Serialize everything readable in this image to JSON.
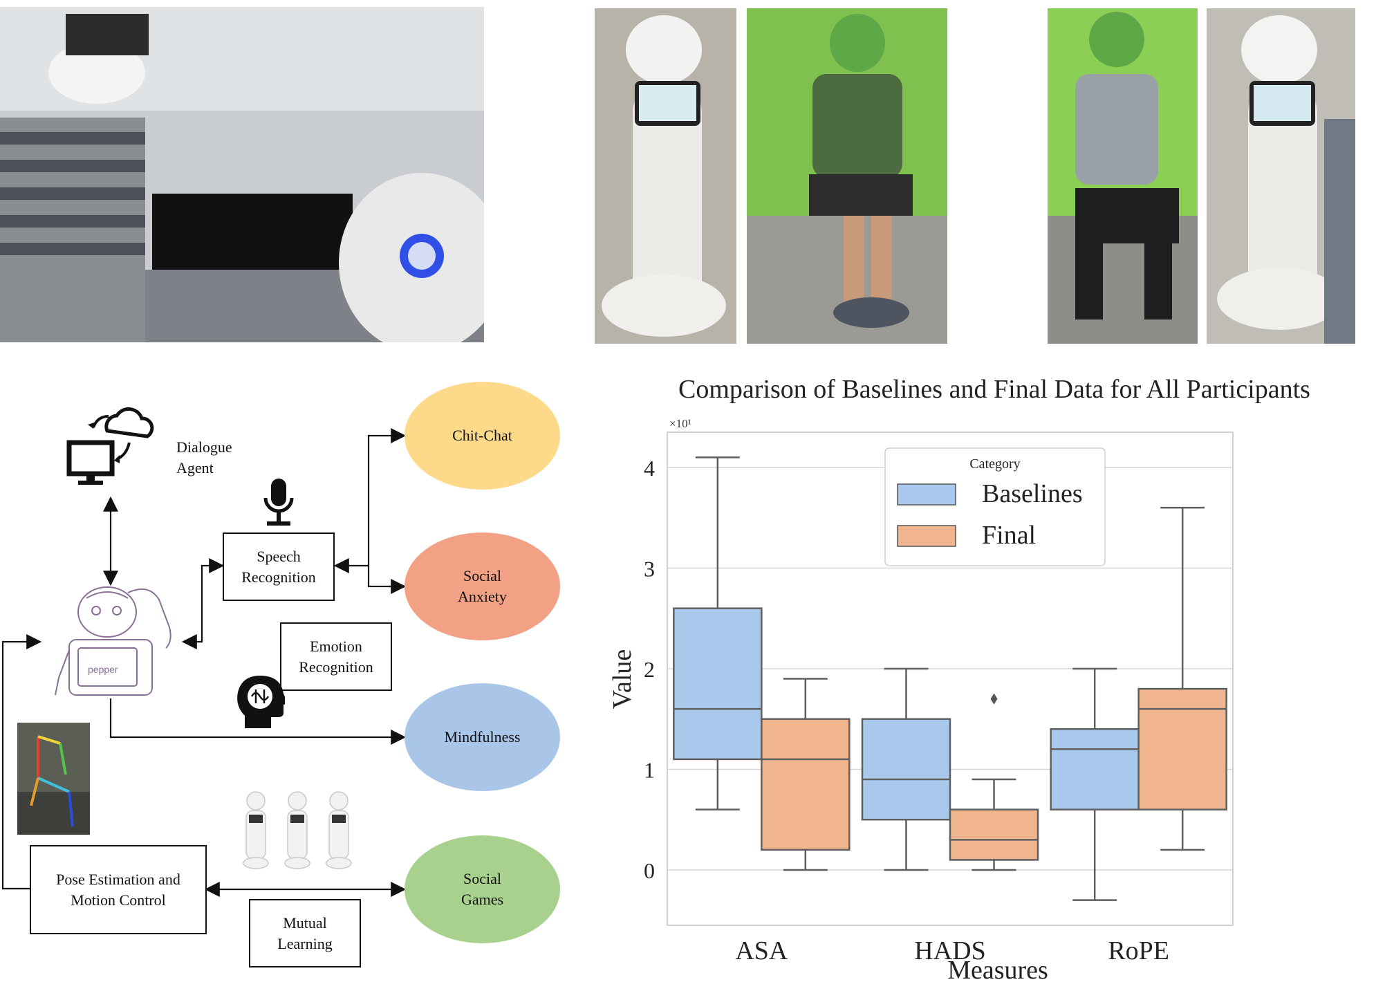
{
  "diagram": {
    "dialogue_agent": {
      "line1": "Dialogue",
      "line2": "Agent"
    },
    "speech_recognition": {
      "line1": "Speech",
      "line2": "Recognition"
    },
    "emotion_recognition": {
      "line1": "Emotion",
      "line2": "Recognition"
    },
    "pose_estimation": {
      "line1": "Pose Estimation and",
      "line2": "Motion Control"
    },
    "mutual_learning": {
      "line1": "Mutual",
      "line2": "Learning"
    },
    "chit_chat": {
      "line1": "Chit-Chat",
      "color": "#fdd98a"
    },
    "social_anxiety": {
      "line1": "Social",
      "line2": "Anxiety",
      "color": "#f3a184"
    },
    "mindfulness": {
      "line1": "Mindfulness",
      "color": "#a9c6e8"
    },
    "social_games": {
      "line1": "Social",
      "line2": "Games",
      "color": "#a8d18e"
    },
    "robot_screen_text": "pepper"
  },
  "chart_data": {
    "type": "box",
    "title": "Comparison of Baselines and Final Data for All Participants",
    "xlabel": "Measures",
    "ylabel": "Value",
    "y_multiplier": "×10¹",
    "y_ticks": [
      "0",
      "1",
      "2",
      "3",
      "4"
    ],
    "ylim": [
      -0.55,
      4.35
    ],
    "categories": [
      "ASA",
      "HADS",
      "RoPE"
    ],
    "legend": {
      "title": "Category",
      "placement": "upper-center"
    },
    "grid": true,
    "series": [
      {
        "name": "Baselines",
        "color": "#a8c9ec",
        "boxes": [
          {
            "min": 0.6,
            "q1": 1.1,
            "median": 1.6,
            "q3": 2.6,
            "max": 4.1,
            "outliers": []
          },
          {
            "min": 0.0,
            "q1": 0.5,
            "median": 0.9,
            "q3": 1.5,
            "max": 2.0,
            "outliers": []
          },
          {
            "min": -0.3,
            "q1": 0.6,
            "median": 1.2,
            "q3": 1.4,
            "max": 2.0,
            "outliers": []
          }
        ]
      },
      {
        "name": "Final",
        "color": "#f0b48e",
        "boxes": [
          {
            "min": 0.0,
            "q1": 0.2,
            "median": 1.1,
            "q3": 1.5,
            "max": 1.9,
            "outliers": []
          },
          {
            "min": 0.0,
            "q1": 0.1,
            "median": 0.3,
            "q3": 0.6,
            "max": 0.9,
            "outliers": [
              1.7
            ]
          },
          {
            "min": 0.2,
            "q1": 0.6,
            "median": 1.6,
            "q3": 1.8,
            "max": 3.6,
            "outliers": []
          }
        ]
      }
    ]
  }
}
